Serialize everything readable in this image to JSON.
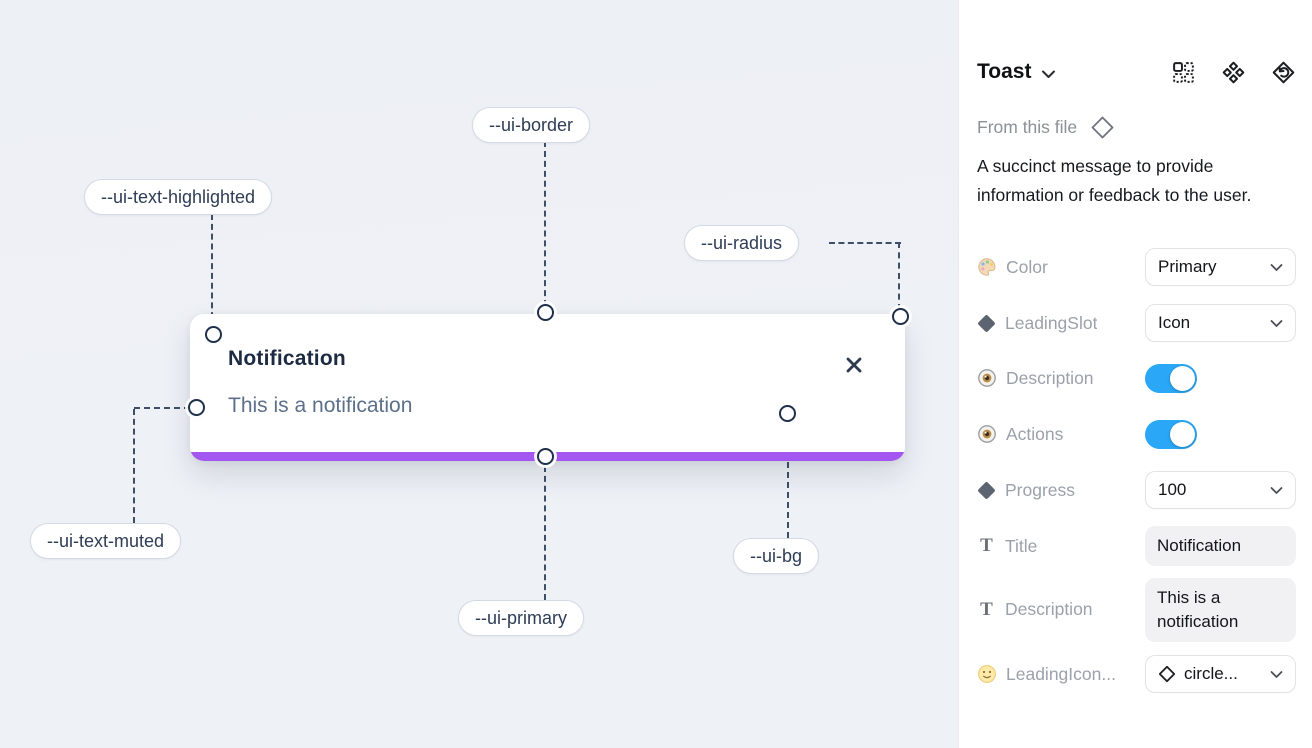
{
  "canvas": {
    "toast": {
      "title": "Notification",
      "description": "This is a notification"
    },
    "var_labels": {
      "border": "--ui-border",
      "text_highlighted": "--ui-text-highlighted",
      "radius": "--ui-radius",
      "text_muted": "--ui-text-muted",
      "primary": "--ui-primary",
      "bg": "--ui-bg"
    },
    "colors": {
      "primary_bar": "#a356f0",
      "connector": "#3e4e66",
      "canvas_bg": "#edf0f5"
    }
  },
  "panel": {
    "title": "Toast",
    "source": "From this file",
    "description": "A succinct message to provide information or feedback to the user.",
    "header_icons": [
      "dashed-grid-icon",
      "variants-icon",
      "diamond-undo-icon"
    ],
    "props": {
      "color": {
        "label": "Color",
        "value": "Primary"
      },
      "leading_slot": {
        "label": "LeadingSlot",
        "value": "Icon"
      },
      "description_visible": {
        "label": "Description",
        "value": "on"
      },
      "actions_visible": {
        "label": "Actions",
        "value": "on"
      },
      "progress": {
        "label": "Progress",
        "value": "100"
      },
      "title": {
        "label": "Title",
        "value": "Notification"
      },
      "description_text": {
        "label": "Description",
        "value": "This is a notification"
      },
      "leading_icon": {
        "label": "LeadingIcon...",
        "value": "circle..."
      }
    },
    "colors": {
      "toggle_on": "#2aa7f7"
    }
  }
}
